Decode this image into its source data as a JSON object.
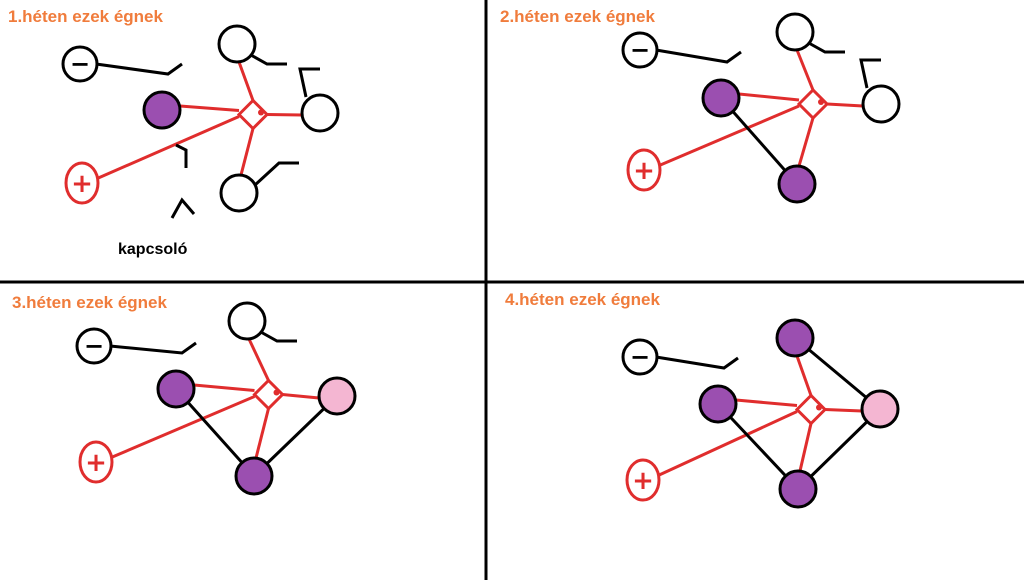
{
  "colors": {
    "title": "#f07c3c",
    "wire_red": "#e02d2d",
    "wire_black": "#000000",
    "lit_purple": "#9b4fb0",
    "lit_pink": "#f4b6d2",
    "unlit": "#ffffff",
    "divider": "#000000"
  },
  "icons": {
    "negative": "minus-terminal-icon",
    "positive": "plus-terminal-icon",
    "switch_pointer": "caret-up-icon"
  },
  "annotation": {
    "text": "kapcsoló"
  },
  "terminals": {
    "negative_symbol": "−",
    "positive_symbol": "+"
  },
  "panels": [
    {
      "title": "1.héten ezek égnek",
      "lamps": {
        "left": "purple",
        "top": "off",
        "right": "off",
        "bottom": "off"
      },
      "black_links": false,
      "show_annotation": true
    },
    {
      "title": "2.héten ezek égnek",
      "lamps": {
        "left": "purple",
        "top": "off",
        "right": "off",
        "bottom": "purple"
      },
      "black_links": [
        "left-bottom"
      ],
      "show_annotation": false
    },
    {
      "title": "3.héten ezek égnek",
      "lamps": {
        "left": "purple",
        "top": "off",
        "right": "pink",
        "bottom": "purple"
      },
      "black_links": [
        "left-bottom",
        "bottom-right"
      ],
      "show_annotation": false
    },
    {
      "title": "4.héten ezek égnek",
      "lamps": {
        "left": "purple",
        "top": "purple",
        "right": "pink",
        "bottom": "purple"
      },
      "black_links": [
        "left-bottom",
        "bottom-right",
        "top-right"
      ],
      "show_annotation": false
    }
  ]
}
